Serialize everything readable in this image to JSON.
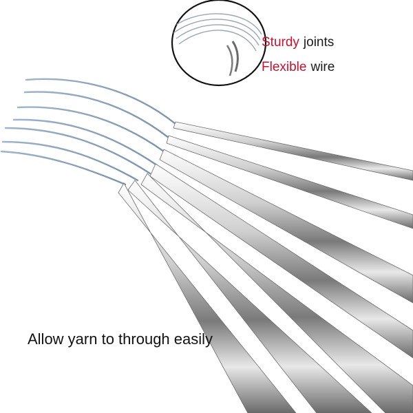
{
  "callouts": [
    {
      "accent": "Sturdy",
      "text": "joints"
    },
    {
      "accent": "Flexible",
      "text": "wire"
    }
  ],
  "caption": "Allow yarn to through easily",
  "colors": {
    "accent": "#c8102e",
    "text": "#111111",
    "wire": "#8fa6bd",
    "steel_light": "#f2f2f2",
    "steel_dark": "#5a5a5a"
  },
  "image": {
    "subject": "circular knitting needles with flexible cables",
    "inset": "coiled wire close-up"
  }
}
